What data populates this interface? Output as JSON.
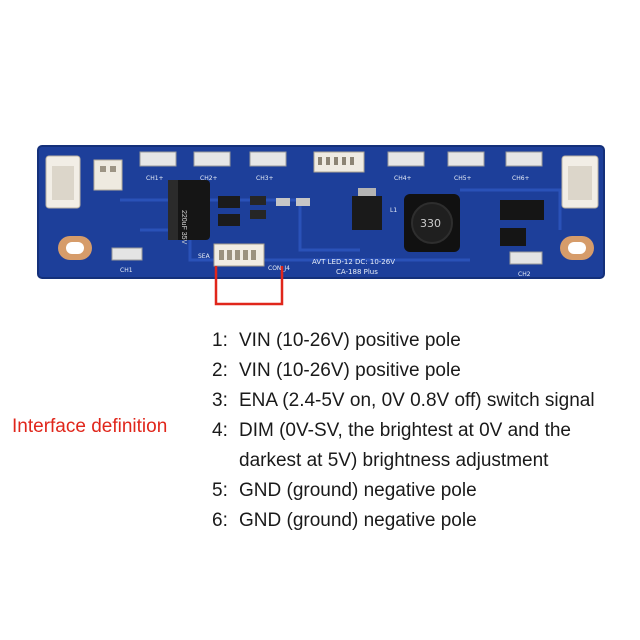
{
  "board": {
    "model_line1": "AVT LED-12 DC: 10-26V",
    "model_line2": "CA-188 Plus",
    "cap_label": "220uF 35V",
    "inductor_label": "330",
    "pin_label_left": "SEA",
    "pin_label_right": "CON_J4",
    "connector_labels": [
      "CH1+",
      "CH2+",
      "CH3+",
      "CH4+",
      "CH5+",
      "CH6+"
    ],
    "ch_left": "CH1",
    "ch_right": "CH2",
    "inductor_ref": "L1",
    "highlight_color": "#e0261b",
    "board_color": "#1d3f9a"
  },
  "label": {
    "title": "Interface definition",
    "color": "#e0261b"
  },
  "pins": [
    {
      "num": "1:",
      "text": "VIN (10-26V) positive pole"
    },
    {
      "num": "2:",
      "text": "VIN (10-26V) positive pole"
    },
    {
      "num": "3:",
      "text": "ENA (2.4-5V on, 0V 0.8V off) switch signal"
    },
    {
      "num": "4:",
      "text": "DIM (0V-SV, the brightest at 0V and the darkest at 5V) brightness adjustment"
    },
    {
      "num": "5:",
      "text": "GND (ground) negative pole"
    },
    {
      "num": "6:",
      "text": "GND (ground) negative pole"
    }
  ]
}
